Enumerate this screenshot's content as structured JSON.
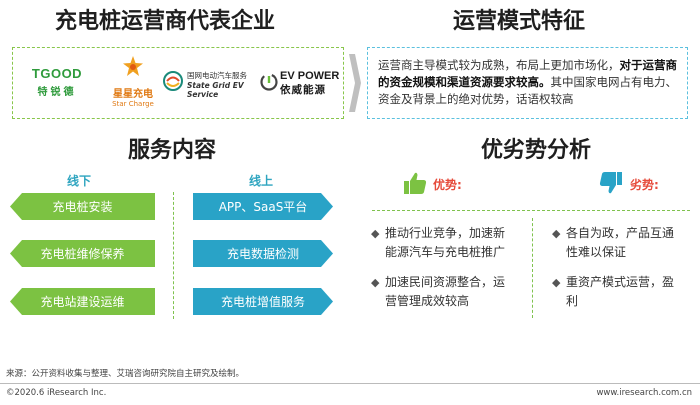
{
  "titles": {
    "left": "充电桩运营商代表企业",
    "right": "运营模式特征",
    "service": "服务内容",
    "advantage": "优劣势分析"
  },
  "logos": {
    "tgood": {
      "big": "TGOOD",
      "small": "特锐德"
    },
    "star": {
      "name": "星星充电",
      "en": "Star Charge"
    },
    "stategrid": {
      "cn": "国网电动汽车服务",
      "en": "State Grid EV Service"
    },
    "evpower": {
      "en": "EV POWER",
      "cn": "依威能源"
    }
  },
  "features": {
    "part1": "运营商主导模式较为成熟，布局上更加市场化，",
    "bold": "对于运营商的资金规模和渠道资源要求较高。",
    "part2": "其中国家电网占有电力、资金及背景上的绝对优势，话语权较高"
  },
  "service": {
    "offline_label": "线下",
    "online_label": "线上",
    "offline": [
      "充电桩安装",
      "充电桩维修保养",
      "充电站建设运维"
    ],
    "online": [
      "APP、SaaS平台",
      "充电数据检测",
      "充电桩增值服务"
    ]
  },
  "analysis": {
    "adv_label": "优势:",
    "dis_label": "劣势:",
    "adv_items": [
      [
        "推动行业竞争，加速新",
        "能源汽车与充电桩推广"
      ],
      [
        "加速民间资源整合，运",
        "营管理成效较高"
      ]
    ],
    "dis_items": [
      [
        "各自为政，产品互通",
        "性难以保证"
      ],
      [
        "重资产模式运营，盈",
        "利"
      ]
    ]
  },
  "footer": {
    "source": "来源：公开资料收集与整理、艾瑞咨询研究院自主研究及绘制。",
    "copyright": "©2020.6 iResearch Inc.",
    "site": "www.iresearch.com.cn"
  },
  "colors": {
    "green": "#7cc242",
    "blue": "#29a3c7",
    "red": "#e64b3b"
  }
}
